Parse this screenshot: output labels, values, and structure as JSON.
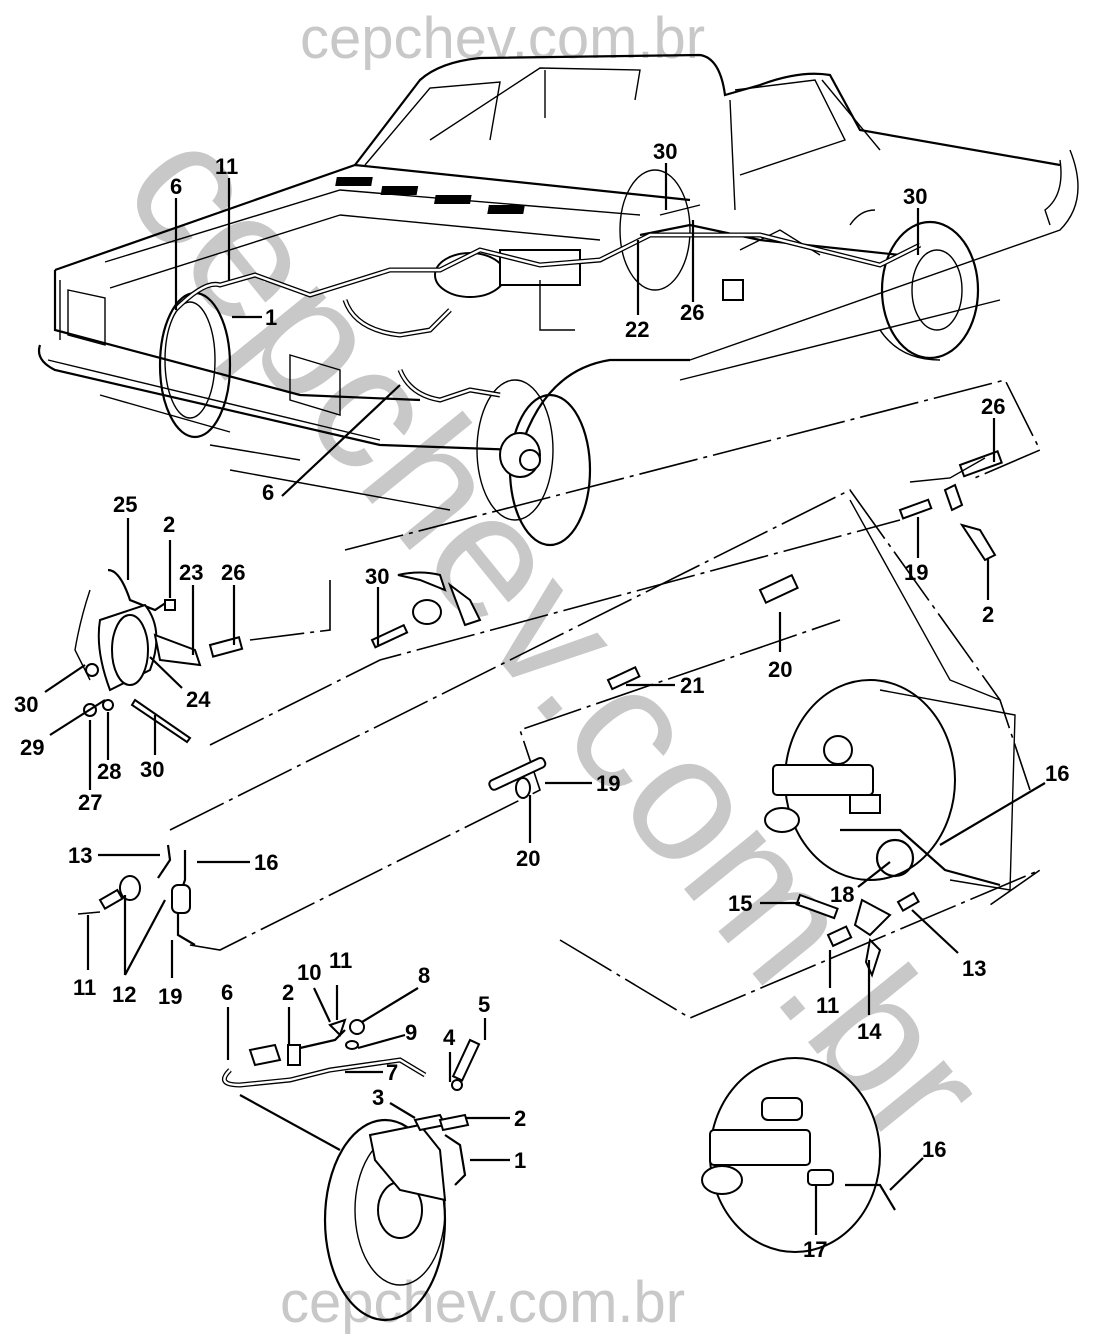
{
  "diagram": {
    "title": "Brake hydraulic system exploded view",
    "watermark": {
      "top": "cepchev.com.br",
      "bottom": "cepchev.com.br",
      "diagonal": "cepchev.com.br"
    },
    "callouts": [
      {
        "id": "c-11-top",
        "number": "11",
        "region": "car-front-left-line"
      },
      {
        "id": "c-6-top",
        "number": "6",
        "region": "car-front-left-hose"
      },
      {
        "id": "c-1-top",
        "number": "1",
        "region": "car-front-left-caliper"
      },
      {
        "id": "c-30-car-a",
        "number": "30",
        "region": "car-rear-tee"
      },
      {
        "id": "c-22-car",
        "number": "22",
        "region": "car-rear-line"
      },
      {
        "id": "c-26-car",
        "number": "26",
        "region": "car-rear-hose"
      },
      {
        "id": "c-30-car-b",
        "number": "30",
        "region": "car-rear-right-wheel"
      },
      {
        "id": "c-6-mid",
        "number": "6",
        "region": "car-front-right-hose"
      },
      {
        "id": "c-26-right",
        "number": "26",
        "region": "rear-hose-detail"
      },
      {
        "id": "c-19-right",
        "number": "19",
        "region": "rear-hose-detail"
      },
      {
        "id": "c-2-right",
        "number": "2",
        "region": "rear-hose-detail"
      },
      {
        "id": "c-20-right",
        "number": "20",
        "region": "line-connector"
      },
      {
        "id": "c-21",
        "number": "21",
        "region": "line-connector"
      },
      {
        "id": "c-25",
        "number": "25",
        "region": "rear-drum-detail"
      },
      {
        "id": "c-2-left",
        "number": "2",
        "region": "rear-drum-detail"
      },
      {
        "id": "c-23",
        "number": "23",
        "region": "rear-drum-detail"
      },
      {
        "id": "c-26-left",
        "number": "26",
        "region": "rear-drum-detail"
      },
      {
        "id": "c-24",
        "number": "24",
        "region": "rear-drum-detail"
      },
      {
        "id": "c-30-left-a",
        "number": "30",
        "region": "rear-drum-detail"
      },
      {
        "id": "c-29",
        "number": "29",
        "region": "rear-drum-detail"
      },
      {
        "id": "c-28",
        "number": "28",
        "region": "rear-drum-detail"
      },
      {
        "id": "c-27",
        "number": "27",
        "region": "rear-drum-detail"
      },
      {
        "id": "c-30-left-b",
        "number": "30",
        "region": "rear-drum-detail"
      },
      {
        "id": "c-30-mid",
        "number": "30",
        "region": "rear-right-detail"
      },
      {
        "id": "c-19-mid",
        "number": "19",
        "region": "line-connector"
      },
      {
        "id": "c-20-mid",
        "number": "20",
        "region": "line-connector"
      },
      {
        "id": "c-13-left",
        "number": "13",
        "region": "proportioning-valve"
      },
      {
        "id": "c-16-left",
        "number": "16",
        "region": "proportioning-valve"
      },
      {
        "id": "c-11-left",
        "number": "11",
        "region": "proportioning-valve"
      },
      {
        "id": "c-12",
        "number": "12",
        "region": "proportioning-valve"
      },
      {
        "id": "c-19-left",
        "number": "19",
        "region": "proportioning-valve"
      },
      {
        "id": "c-16-booster",
        "number": "16",
        "region": "master-cylinder"
      },
      {
        "id": "c-18",
        "number": "18",
        "region": "master-cylinder"
      },
      {
        "id": "c-15",
        "number": "15",
        "region": "master-cylinder"
      },
      {
        "id": "c-13-right",
        "number": "13",
        "region": "master-cylinder"
      },
      {
        "id": "c-11-right",
        "number": "11",
        "region": "master-cylinder"
      },
      {
        "id": "c-14",
        "number": "14",
        "region": "master-cylinder"
      },
      {
        "id": "c-6-bottom",
        "number": "6",
        "region": "front-caliper-detail"
      },
      {
        "id": "c-2-bottom-a",
        "number": "2",
        "region": "front-caliper-detail"
      },
      {
        "id": "c-10",
        "number": "10",
        "region": "front-caliper-detail"
      },
      {
        "id": "c-11-bottom",
        "number": "11",
        "region": "front-caliper-detail"
      },
      {
        "id": "c-8",
        "number": "8",
        "region": "front-caliper-detail"
      },
      {
        "id": "c-9",
        "number": "9",
        "region": "front-caliper-detail"
      },
      {
        "id": "c-4",
        "number": "4",
        "region": "front-caliper-detail"
      },
      {
        "id": "c-5",
        "number": "5",
        "region": "front-caliper-detail"
      },
      {
        "id": "c-7",
        "number": "7",
        "region": "front-caliper-detail"
      },
      {
        "id": "c-3",
        "number": "3",
        "region": "front-caliper-detail"
      },
      {
        "id": "c-2-bottom-b",
        "number": "2",
        "region": "front-caliper-detail"
      },
      {
        "id": "c-1-bottom",
        "number": "1",
        "region": "front-caliper-detail"
      },
      {
        "id": "c-16-bottom",
        "number": "16",
        "region": "master-cylinder-alt"
      },
      {
        "id": "c-17",
        "number": "17",
        "region": "master-cylinder-alt"
      }
    ]
  }
}
